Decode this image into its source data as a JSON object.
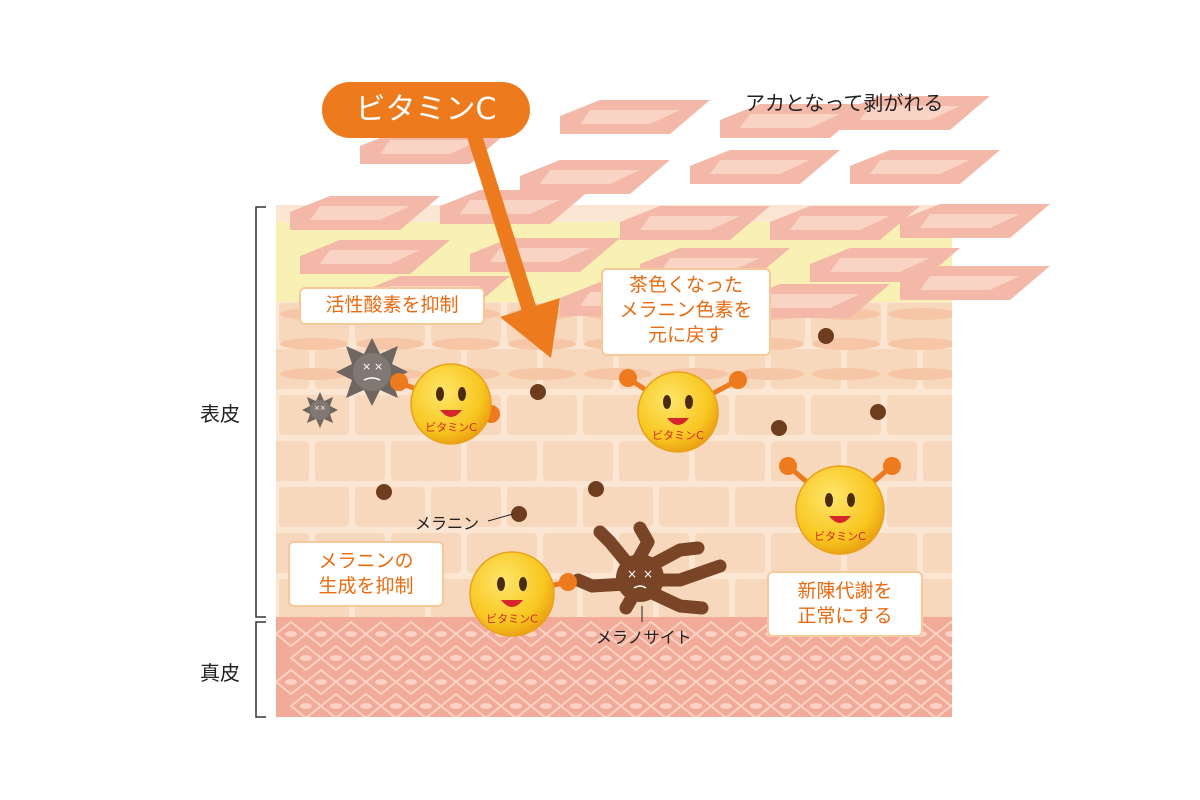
{
  "title": "ビタミンC",
  "caption_top": "アカとなって剥がれる",
  "layers": {
    "epidermis": "表皮",
    "dermis": "真皮"
  },
  "callouts": {
    "active_oxygen": "活性酸素を抑制",
    "brown_melanin": [
      "茶色くなった",
      "メラニン色素を",
      "元に戻す"
    ],
    "melanin_production": [
      "メラニンの",
      "生成を抑制"
    ],
    "metabolism": [
      "新陳代謝を",
      "正常にする"
    ]
  },
  "labels": {
    "melanin": "メラニン",
    "melanocyte": "メラノサイト"
  },
  "character_label": "ビタミンC",
  "colors": {
    "accent_orange": "#ed7a1c",
    "callout_text": "#ea6a10",
    "callout_border": "#f6c89a",
    "skin_cell": "#f8d8bd",
    "skin_line": "#fcebd9",
    "stratum_corneum": "#f4b8a8",
    "granular_layer": "#f9f0b4",
    "dermis": "#f1ab98",
    "melanin_dot": "#6e3d1e",
    "melanocyte": "#7a4526",
    "active_oxygen": "#6f6561",
    "vitamin_face": "#f8c61f"
  },
  "icons": [
    "vitamin-c-character-icon",
    "active-oxygen-icon",
    "melanocyte-icon",
    "melanin-dot-icon",
    "arrow-icon"
  ]
}
